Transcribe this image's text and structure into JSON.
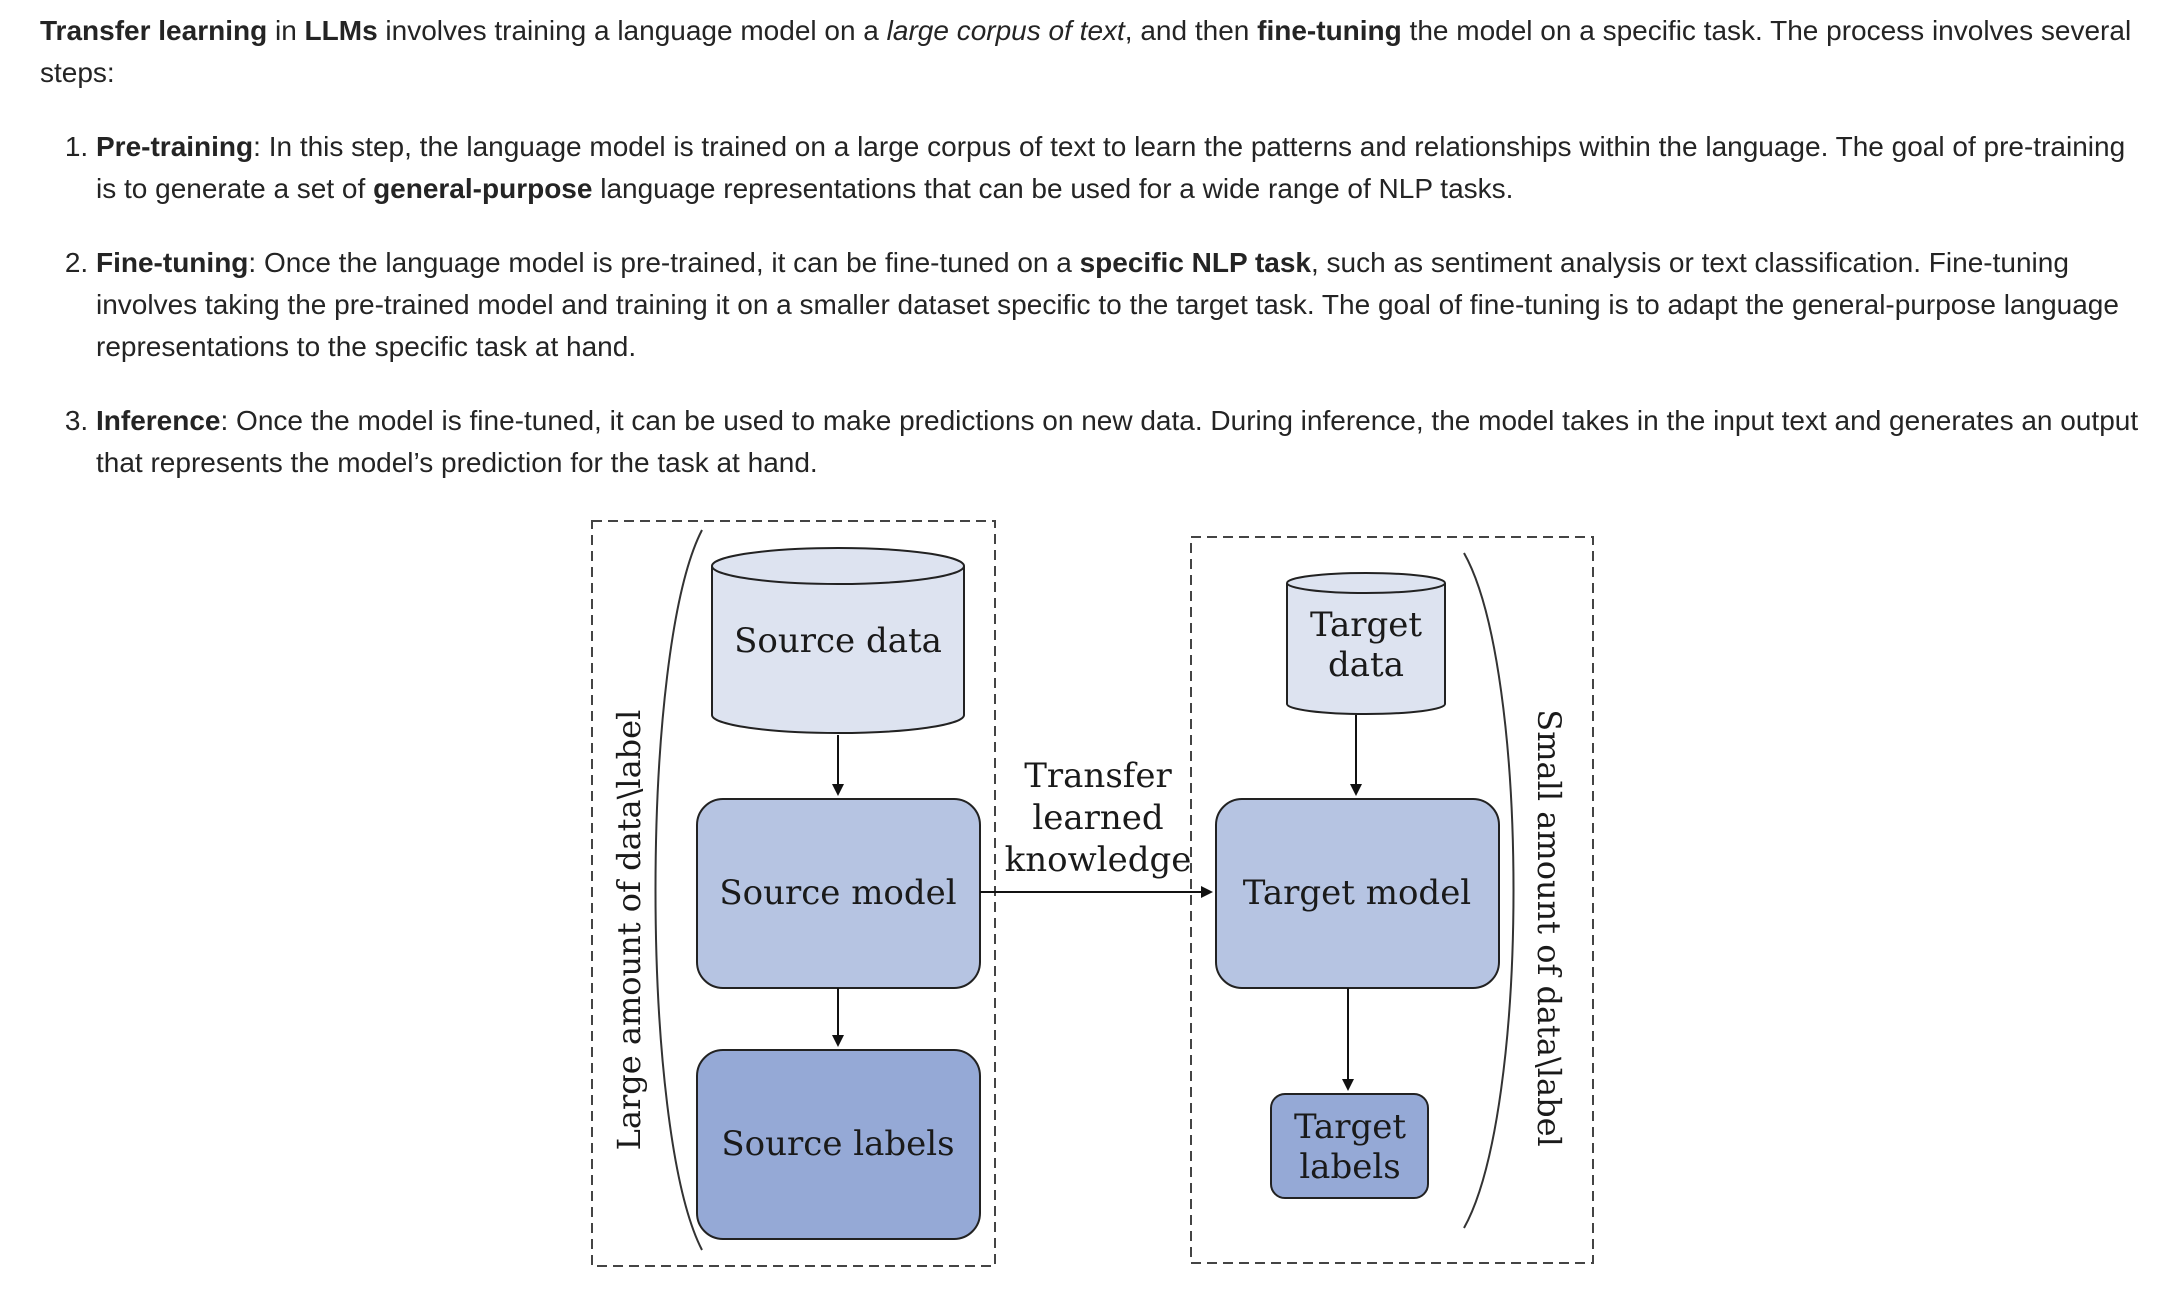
{
  "intro": {
    "p1_bold": "Transfer learning",
    "p2": " in ",
    "p3_bold": "LLMs",
    "p4": " involves training a language model on a ",
    "p5_italic": "large corpus of text",
    "p6": ", and then ",
    "p7_bold": "fine-tuning",
    "p8": " the model on a specific task. The process involves several steps:"
  },
  "steps": [
    {
      "title": "Pre-training",
      "t1": ": In this step, the language model is trained on a large corpus of text to learn the patterns and relationships within the language. The goal of pre-training is to generate a set of ",
      "t2_bold": "general-purpose",
      "t3": " language representations that can be used for a wide range of NLP tasks."
    },
    {
      "title": "Fine-tuning",
      "t1": ": Once the language model is pre-trained, it can be fine-tuned on a ",
      "t2_bold": "specific NLP task",
      "t3": ", such as sentiment analysis or text classification. Fine-tuning involves taking the pre-trained model and training it on a smaller dataset specific to the target task. The goal of fine-tuning is to adapt the general-purpose language representations to the specific task at hand."
    },
    {
      "title": "Inference",
      "t1": ": Once the model is fine-tuned, it can be used to make predictions on new data. During inference, the model takes in the input text and generates an output that represents the model’s prediction for the task at hand.",
      "t2_bold": "",
      "t3": ""
    }
  ],
  "diagram": {
    "source_data": "Source data",
    "source_model": "Source model",
    "source_labels": "Source labels",
    "left_side_label": "Large amount of data\\label",
    "transfer_line1": "Transfer",
    "transfer_line2": "learned",
    "transfer_line3": "knowledge",
    "target_data_line1": "Target",
    "target_data_line2": "data",
    "target_model": "Target model",
    "target_labels_line1": "Target",
    "target_labels_line2": "labels",
    "right_side_label": "Small amount of data\\label",
    "colors": {
      "cylinder_fill": "#dde3f0",
      "model_fill": "#b6c4e2",
      "labels_fill": "#95a9d6",
      "stroke": "#222222"
    }
  }
}
